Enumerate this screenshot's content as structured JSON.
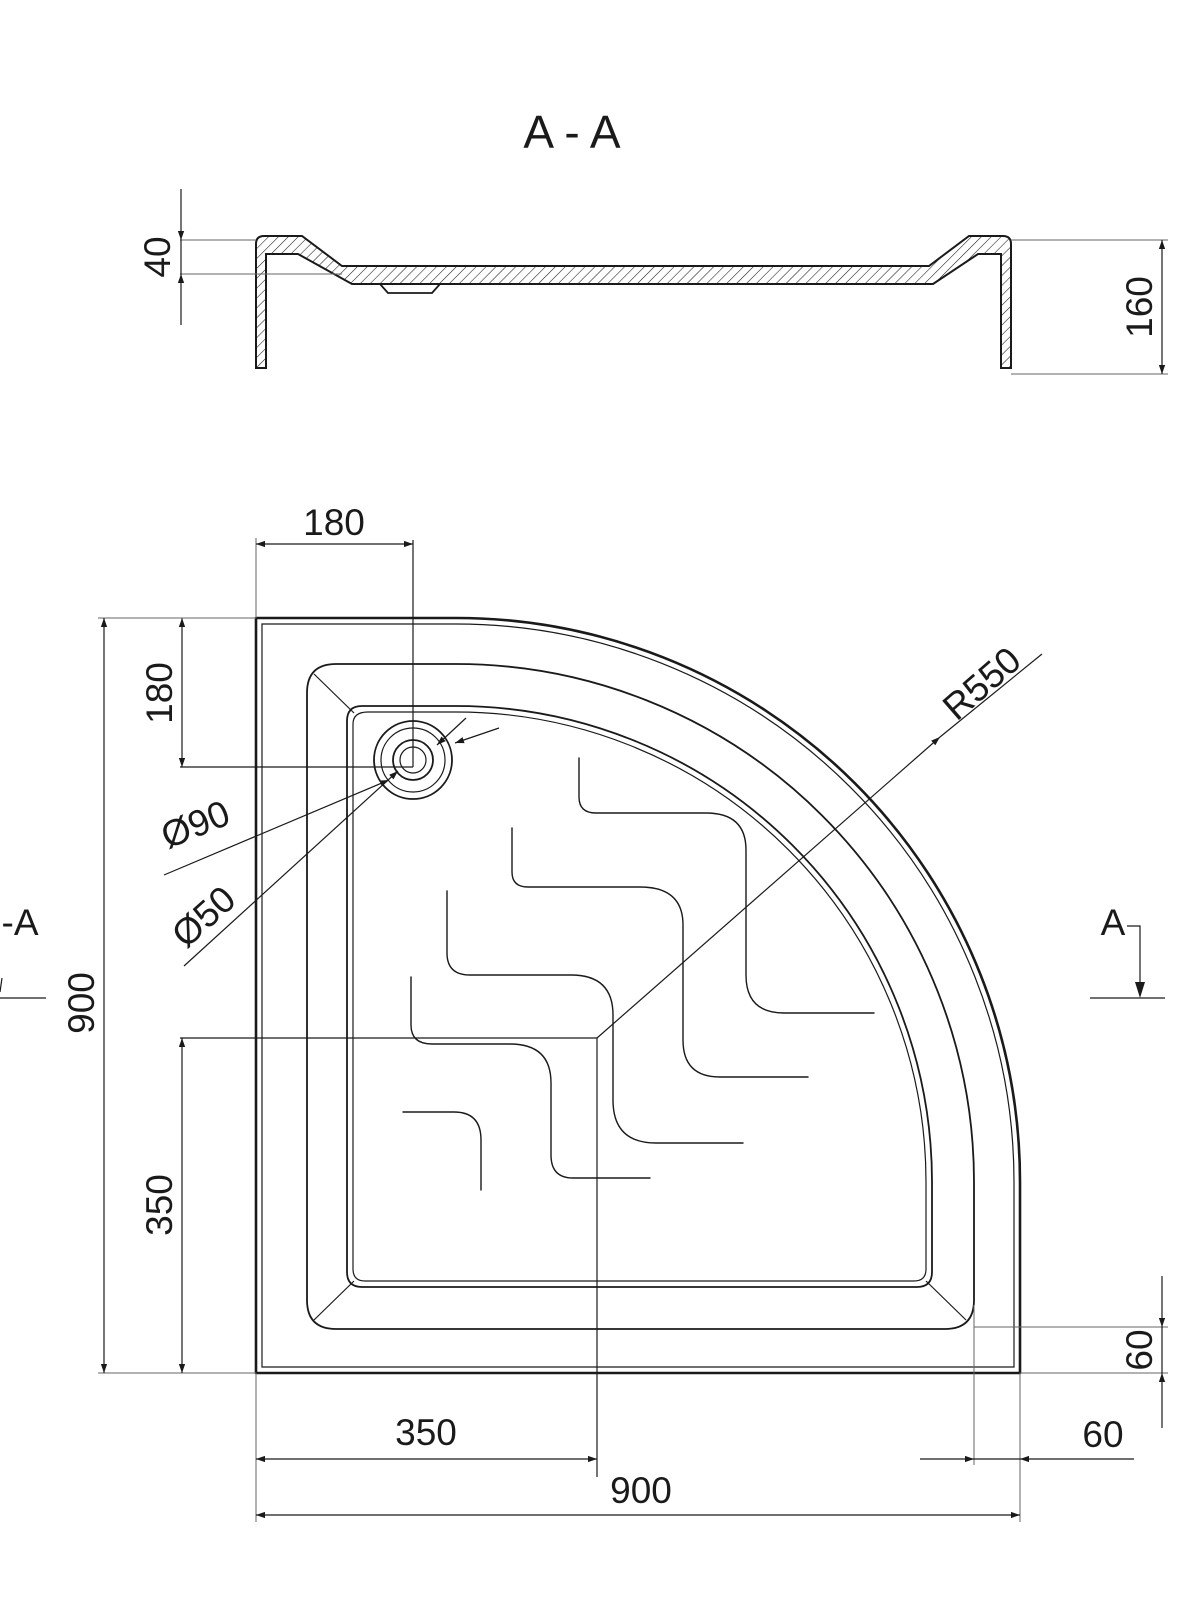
{
  "section_title": "A - A",
  "section_marker": "A",
  "section_marker_left": "-A",
  "dimensions": {
    "rim_height": "40",
    "total_height": "160",
    "drain_offset_x": "180",
    "drain_offset_y": "180",
    "overall_height": "900",
    "overall_width": "900",
    "corner_height": "350",
    "corner_width": "350",
    "radius": "R550",
    "drain_outer_diameter": "Ø90",
    "drain_inner_diameter": "Ø50",
    "rim_width_vertical": "60",
    "rim_width_horizontal": "60"
  },
  "colors": {
    "line": "#1a1a1a",
    "background": "#ffffff"
  }
}
